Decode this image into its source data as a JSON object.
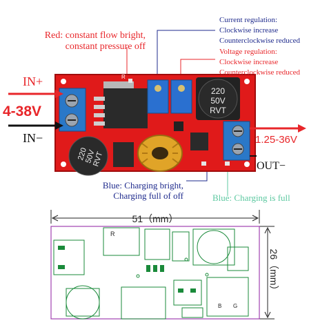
{
  "annotations": {
    "red_led": [
      "Red: constant flow bright,",
      "constant pressure off"
    ],
    "current_reg": [
      "Current regulation:",
      "Clockwise increase",
      "Counterclockwise reduced"
    ],
    "voltage_reg": [
      "Voltage regulation:",
      "Clockwise increase",
      "Counterclockwise reduced"
    ],
    "in_plus": "IN+",
    "in_range": "4-38V",
    "in_minus": "IN−",
    "out_range": "1.25-36V",
    "out_minus": "OUT−",
    "blue_led": [
      "Blue: Charging bright,",
      "Charging full of off"
    ],
    "green_led": "Blue: Charging is full"
  },
  "board": {
    "r_label": "R",
    "cap1_text": [
      "220",
      "50V",
      "RVT"
    ],
    "cap2_text": [
      "220",
      "50V",
      "RVT"
    ]
  },
  "drawing": {
    "width_dim": "51（mm）",
    "height_dim": "26（mm）",
    "r_mark": "R",
    "b_mark": "B",
    "g_mark": "G"
  },
  "colors": {
    "pcb": "#e01a1a",
    "terminal": "#2a78c8",
    "annotation_red": "#e8262a",
    "annotation_blue": "#1e2a8c",
    "annotation_green": "#5cc8a0",
    "drawing_outline": "#a040b0",
    "drawing_lines": "#1a8a3a"
  }
}
